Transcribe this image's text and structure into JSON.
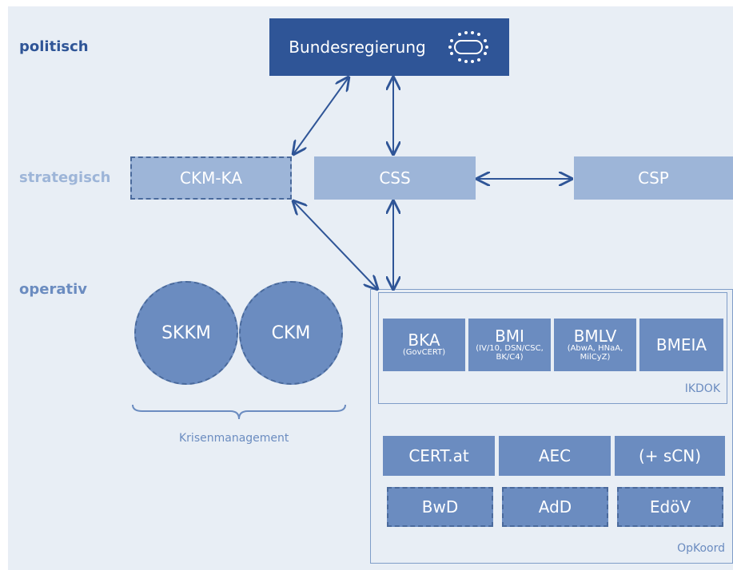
{
  "levels": {
    "political": "politisch",
    "strategic": "strategisch",
    "operative": "operativ"
  },
  "nodes": {
    "bundesregierung": "Bundesregierung",
    "ckm_ka": "CKM-KA",
    "css": "CSS",
    "csp": "CSP",
    "skkm": "SKKM",
    "ckm": "CKM",
    "krisenmanagement": "Krisenmanagement",
    "bka": {
      "title": "BKA",
      "sub": "(GovCERT)"
    },
    "bmi": {
      "title": "BMI",
      "sub": "(IV/10, DSN/CSC, BK/C4)"
    },
    "bmlv": {
      "title": "BMLV",
      "sub": "(AbwA, HNaA, MilCyZ)"
    },
    "bmeia": "BMEIA",
    "ikdok": "IKDOK",
    "cert_at": "CERT.at",
    "aec": "AEC",
    "scn": "(+ sCN)",
    "bwd": "BwD",
    "add": "AdD",
    "edov": "EdöV",
    "opkoord": "OpKoord"
  },
  "colors": {
    "political": "#2f5597",
    "strategic": "#9db5d8",
    "operative": "#6b8cc0",
    "arrow": "#2f5597"
  }
}
